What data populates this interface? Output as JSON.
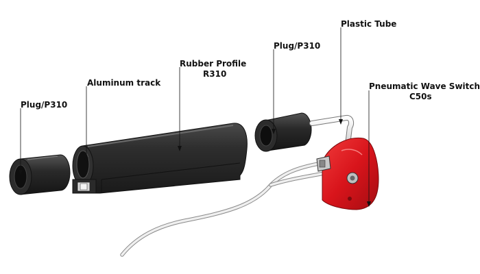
{
  "labels": {
    "plug_left": "Plug/P310",
    "aluminum_track": "Aluminum track",
    "rubber_profile_line1": "Rubber Profile",
    "rubber_profile_line2": "R310",
    "plug_right": "Plug/P310",
    "plastic_tube": "Plastic Tube",
    "switch_line1": "Pneumatic Wave Switch",
    "switch_line2": "C50s"
  },
  "colors": {
    "rubber": "#2a2a2a",
    "rubber_highlight": "#4a4a4a",
    "switch_body": "#d8141b",
    "tube": "#e6e6e6",
    "metal": "#c8c8c8"
  },
  "icons": [
    "plug-icon",
    "rubber-profile-icon",
    "aluminum-track-icon",
    "plastic-tube-icon",
    "wave-switch-icon",
    "cable-icon"
  ]
}
